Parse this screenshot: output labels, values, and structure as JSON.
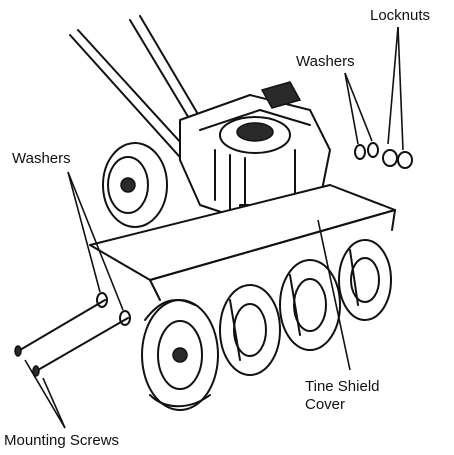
{
  "labels": {
    "locknuts": "Locknuts",
    "washers_right": "Washers",
    "washers_left": "Washers",
    "tine_shield_line1": "Tine Shield",
    "tine_shield_line2": "Cover",
    "mounting_screws": "Mounting Screws"
  },
  "colors": {
    "ink": "#111111",
    "paper": "#ffffff"
  }
}
